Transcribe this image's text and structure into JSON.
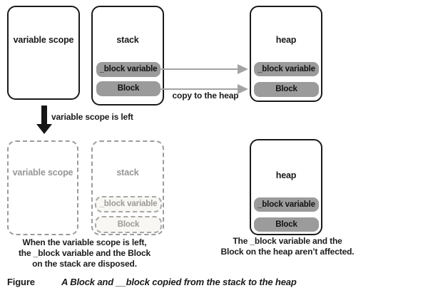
{
  "top": {
    "variable_scope_title": "variable scope",
    "stack_title": "stack",
    "heap_title": "heap",
    "stack_items": [
      "_block variable",
      "Block"
    ],
    "heap_items": [
      "_block variable",
      "Block"
    ],
    "copy_arrow_label": "copy to the heap"
  },
  "transition": {
    "arrow_label": "variable scope is left"
  },
  "bottom_left": {
    "variable_scope_title": "variable scope",
    "stack_title": "stack",
    "stack_items": [
      "_block variable",
      "Block"
    ],
    "caption_lines": [
      "When the variable scope is left,",
      "the _block variable and the Block",
      "on the stack are disposed."
    ]
  },
  "bottom_right": {
    "heap_title": "heap",
    "heap_items": [
      "_block variable",
      "Block"
    ],
    "caption_lines": [
      "The _block variable and the",
      "Block on the heap aren’t affected."
    ]
  },
  "figure_caption": {
    "label": "Figure",
    "text": "A Block and __block copied from the stack to the heap"
  },
  "colors": {
    "box_border": "#1a1a1a",
    "item_fill": "#9b9b9b",
    "arrow_gray": "#a3a3a3",
    "disposed_text": "#969696",
    "thick_arrow": "#161616"
  }
}
